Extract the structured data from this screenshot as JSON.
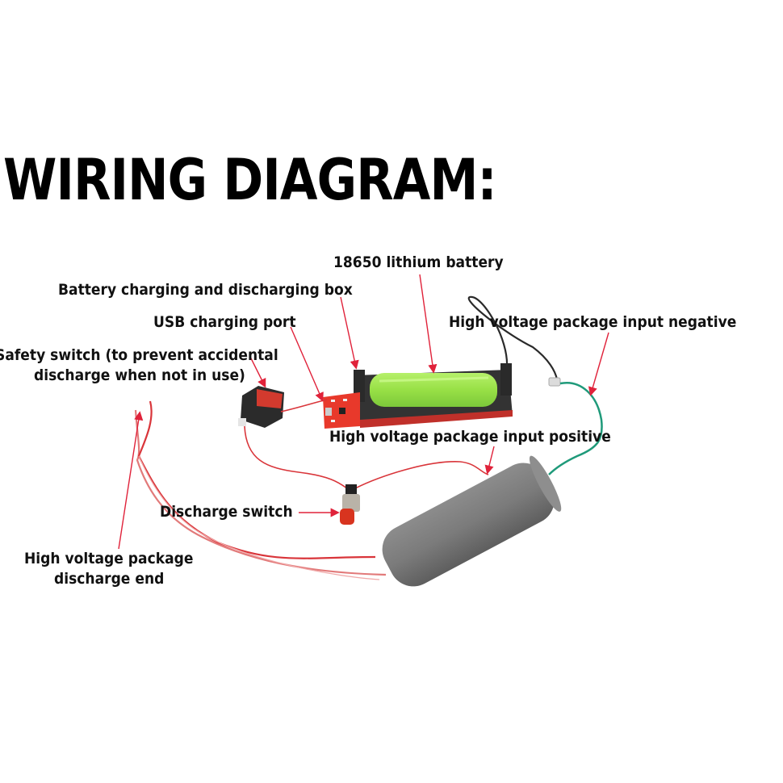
{
  "title": "WIRING DIAGRAM:",
  "labels": {
    "battery": "18650 lithium battery",
    "box": "Battery charging and discharging box",
    "usb": "USB charging port",
    "safety_line1": "Safety switch (to prevent accidental",
    "safety_line2": "discharge when not in use)",
    "hv_negative": "High voltage package input negative",
    "hv_positive": "High voltage package input positive",
    "discharge_switch": "Discharge switch",
    "discharge_end_line1": "High voltage package",
    "discharge_end_line2": "discharge end"
  },
  "colors": {
    "arrow": "#e0223a",
    "wire_red": "#d9353a",
    "wire_green": "#1f9a7a",
    "wire_black": "#2a2a2a",
    "battery_green": "#9be34a",
    "pcb_red": "#e8392b",
    "coil_gray": "#7a7a7a"
  }
}
